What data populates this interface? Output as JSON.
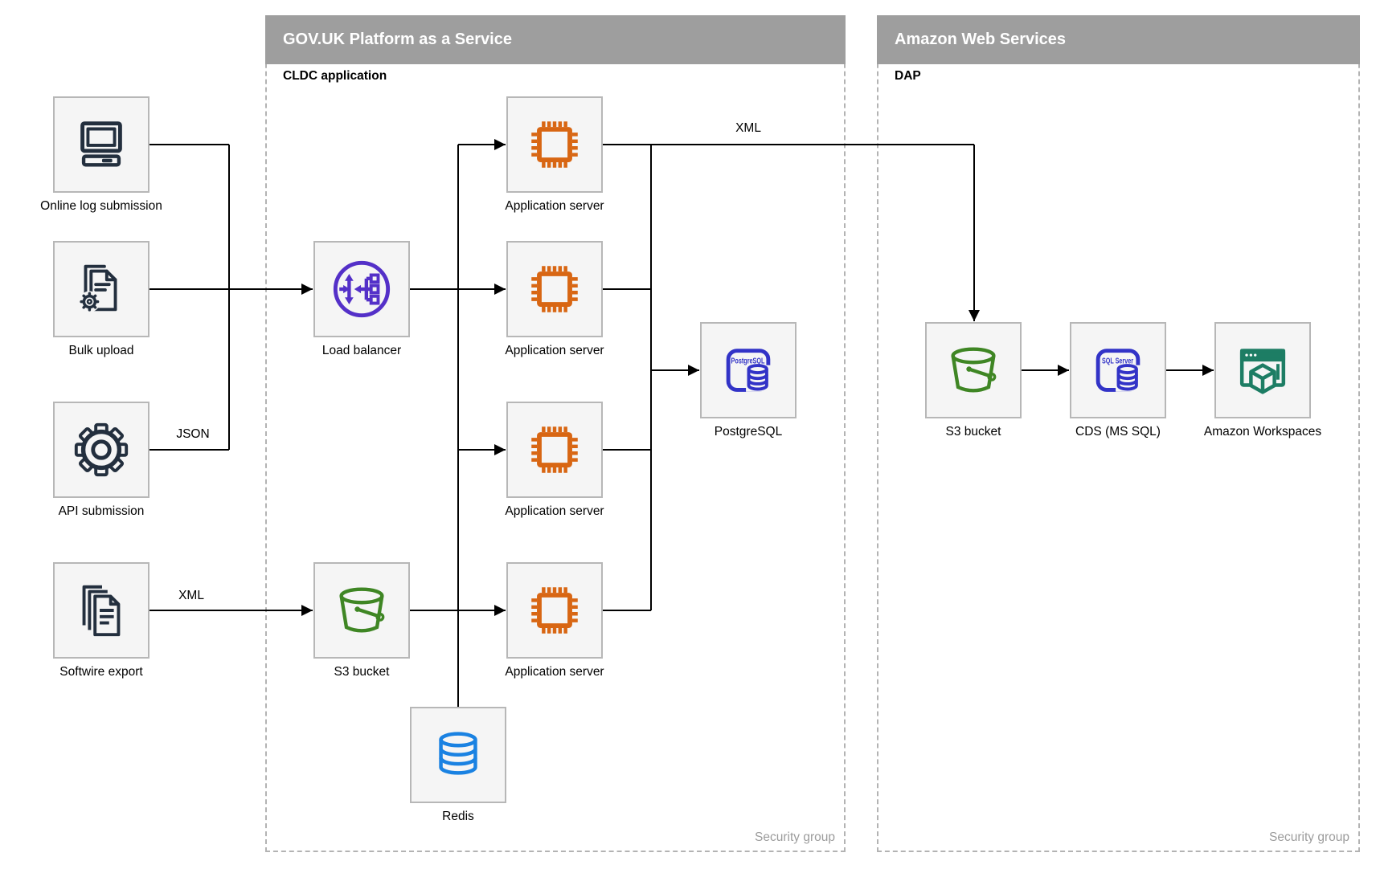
{
  "containers": {
    "govuk": {
      "title": "GOV.UK Platform as a Service",
      "group_label": "CLDC application",
      "footer_label": "Security group"
    },
    "aws": {
      "title": "Amazon Web Services",
      "group_label": "DAP",
      "footer_label": "Security group"
    }
  },
  "nodes": {
    "online_log_submission": {
      "label": "Online log submission",
      "icon": "desktop-computer-icon"
    },
    "bulk_upload": {
      "label": "Bulk upload",
      "icon": "document-gear-icon"
    },
    "api_submission": {
      "label": "API submission",
      "icon": "gear-icon"
    },
    "softwire_export": {
      "label": "Softwire export",
      "icon": "stacked-documents-icon"
    },
    "load_balancer": {
      "label": "Load balancer",
      "icon": "load-balancer-icon"
    },
    "app_server_1": {
      "label": "Application server",
      "icon": "cpu-chip-icon"
    },
    "app_server_2": {
      "label": "Application server",
      "icon": "cpu-chip-icon"
    },
    "app_server_3": {
      "label": "Application server",
      "icon": "cpu-chip-icon"
    },
    "app_server_4": {
      "label": "Application server",
      "icon": "cpu-chip-icon"
    },
    "postgresql": {
      "label": "PostgreSQL",
      "icon": "postgresql-database-icon",
      "icon_text": "PostgreSQL"
    },
    "s3_bucket_govuk": {
      "label": "S3 bucket",
      "icon": "s3-bucket-icon"
    },
    "redis": {
      "label": "Redis",
      "icon": "redis-database-icon"
    },
    "s3_bucket_aws": {
      "label": "S3 bucket",
      "icon": "s3-bucket-icon"
    },
    "cds_ms_sql": {
      "label": "CDS (MS SQL)",
      "icon": "sql-server-database-icon",
      "icon_text": "SQL Server"
    },
    "amazon_workspaces": {
      "label": "Amazon Workspaces",
      "icon": "amazon-workspaces-icon"
    }
  },
  "edge_labels": {
    "api_to_lb": "JSON",
    "softwire_to_s3": "XML",
    "app_to_aws": "XML"
  },
  "colors": {
    "region_header_bg": "#9e9e9e",
    "region_border": "#b3b3b3",
    "node_fill": "#f5f5f5",
    "node_border": "#b7b7b7",
    "icon_dark_navy": "#232f3e",
    "load_balancer_purple": "#5430c8",
    "compute_orange": "#d86613",
    "s3_green": "#3f8624",
    "database_indigo": "#3233c7",
    "redis_blue": "#1a82e2",
    "workspaces_teal": "#1d7d64",
    "edge_black": "#000000",
    "security_group_gray": "#9c9c9c"
  }
}
